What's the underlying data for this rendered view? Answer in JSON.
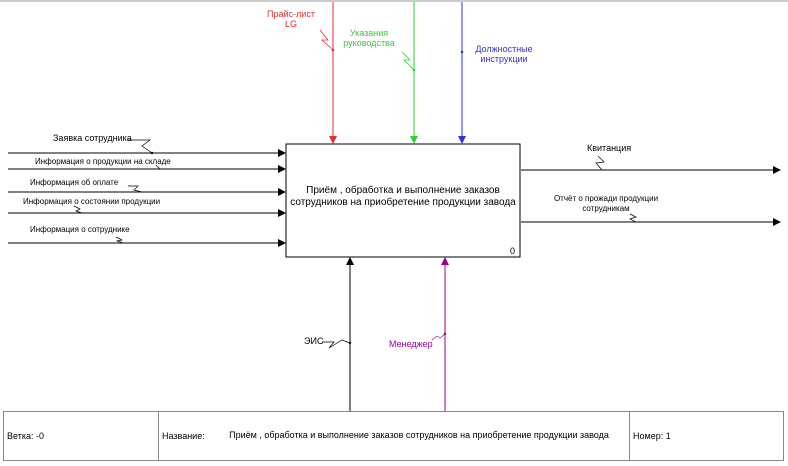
{
  "colors": {
    "red": "#e03030",
    "green": "#33cc33",
    "blue": "#3030e0",
    "purple": "#990099",
    "black": "#000000"
  },
  "controls": [
    {
      "text": "Прайс-лист\nLG",
      "color": "#e03030"
    },
    {
      "text": "Указания\nруководства",
      "color": "#33cc33"
    },
    {
      "text": "Должностные\nинструкции",
      "color": "#3030e0"
    }
  ],
  "inputs": [
    {
      "text": "Заявка сотрудника"
    },
    {
      "text": "Информация о продукции на складе"
    },
    {
      "text": "Информация об оплате"
    },
    {
      "text": "Информация о состоянии продукции"
    },
    {
      "text": "Информация о сотруднике"
    }
  ],
  "outputs": [
    {
      "text": "Квитанция"
    },
    {
      "text": "Отчёт о прожади продукции\nсотрудникам"
    }
  ],
  "mechanisms": [
    {
      "text": "ЭИС",
      "color": "#000000"
    },
    {
      "text": "Менеджер",
      "color": "#990099"
    }
  ],
  "box": {
    "title": "Приём , обработка и выполнение заказов сотрудников на приобретение продукции завода",
    "number": "0"
  },
  "footer": {
    "branch": "Ветка: -0",
    "name_label": "Название:",
    "name_value": "Приём , обработка и выполнение заказов сотрудников на приобретение продукции завода",
    "number": "Номер: 1"
  }
}
